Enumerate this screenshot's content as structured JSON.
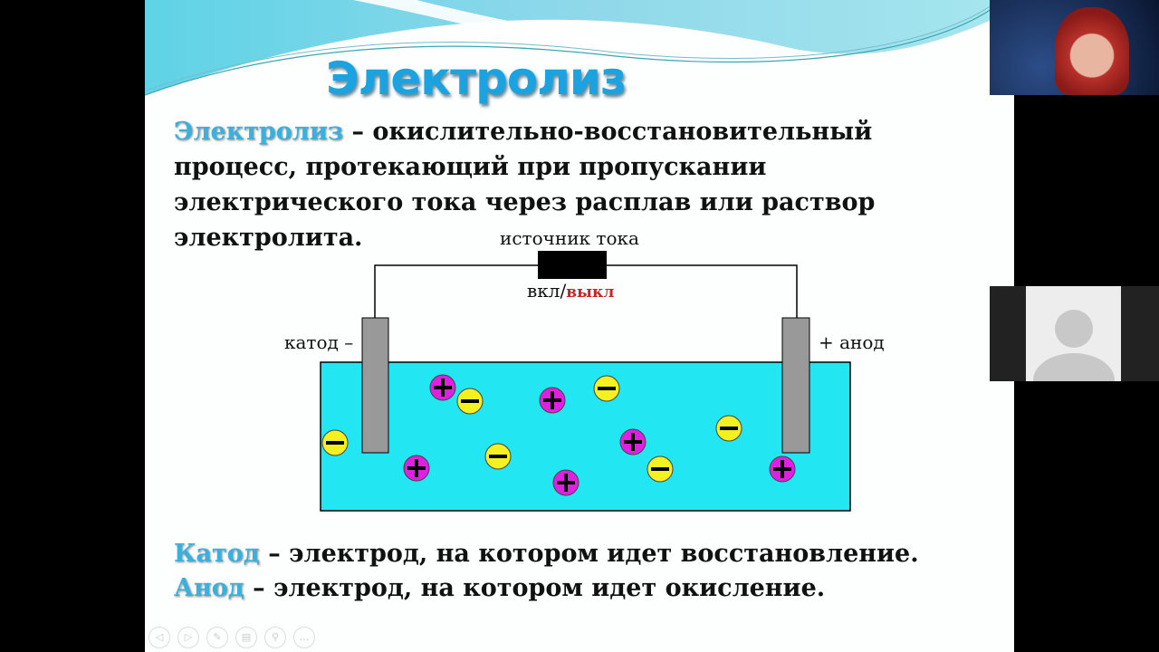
{
  "slide": {
    "title": "Электролиз",
    "definition_term": "Электролиз",
    "definition_rest": " – окислительно-восстановительный процесс, протекающий при пропускании электрического тока через расплав или раствор электролита.",
    "source_label": "источник тока",
    "switch_on": "вкл/",
    "switch_off": "выкл",
    "cathode_label": "катод –",
    "anode_label": "+ анод",
    "cathode_term": "Катод",
    "cathode_def": " – электрод, на котором идет восстановление.",
    "anode_term": "Анод",
    "anode_def": " – электрод, на котором идет окисление."
  },
  "colors": {
    "accent": "#3ab0dc",
    "solution": "#22e6f2",
    "cation": "#e020e0",
    "anion": "#f5f020",
    "off": "#d02020"
  },
  "controls": [
    "previous",
    "next",
    "pen",
    "slides",
    "zoom",
    "more"
  ]
}
